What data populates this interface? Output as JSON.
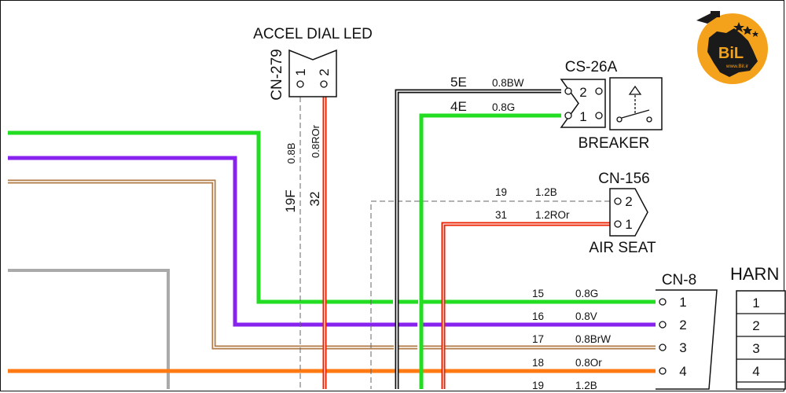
{
  "connectors": {
    "cn279": {
      "id": "CN-279",
      "title": "ACCEL DIAL LED",
      "pin1": "1",
      "pin2": "2"
    },
    "cs26a": {
      "id": "CS-26A",
      "label": "BREAKER",
      "pin1": "1",
      "pin2": "2"
    },
    "cn156": {
      "id": "CN-156",
      "label": "AIR SEAT",
      "pin1": "1",
      "pin2": "2"
    },
    "cn8": {
      "id": "CN-8",
      "pins": [
        "1",
        "2",
        "3",
        "4"
      ]
    }
  },
  "wires": {
    "cn279_pin1": {
      "number": "19F",
      "spec": "0.8B"
    },
    "cn279_pin2": {
      "number": "32",
      "spec": "0.8ROr"
    },
    "cs26a_pin2": {
      "number": "5E",
      "spec": "0.8BW"
    },
    "cs26a_pin1": {
      "number": "4E",
      "spec": "0.8G"
    },
    "cn156_pin2": {
      "number": "19",
      "spec": "1.2B"
    },
    "cn156_pin1": {
      "number": "31",
      "spec": "1.2ROr"
    },
    "cn8_rows": [
      {
        "number": "15",
        "spec": "0.8G"
      },
      {
        "number": "16",
        "spec": "0.8V"
      },
      {
        "number": "17",
        "spec": "0.8BrW"
      },
      {
        "number": "18",
        "spec": "0.8Or"
      },
      {
        "number": "19",
        "spec": "1.2B"
      }
    ]
  },
  "harness": {
    "title": "HARN",
    "rows": [
      "1",
      "2",
      "3",
      "4"
    ]
  },
  "logo": {
    "text": "BiL",
    "site": "www.Bil.ir"
  },
  "colors": {
    "green": "#22dd22",
    "violet": "#8822ee",
    "brown": "#b07a45",
    "gray": "#aaaaaa",
    "orange": "#ff7a12",
    "red": "#ee2200",
    "logo_bg": "#f4a21b"
  }
}
